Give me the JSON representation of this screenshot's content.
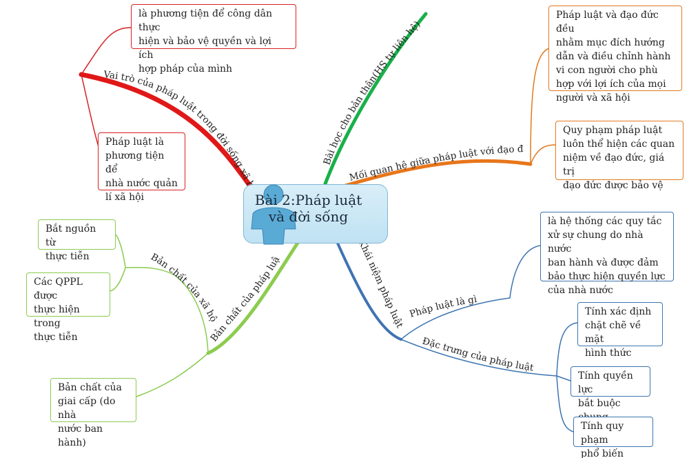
{
  "center": {
    "title": "Bài 2:Pháp luật\nvà đời sống"
  },
  "branches": {
    "role": {
      "label": "Vai trò của pháp luật trong đời sống xã hội",
      "items": [
        "là phương tiện để công dân thực\nhiện và bảo vệ quyền và lợi ích\nhợp pháp của mình",
        "Pháp luật là\nphương tiện để\nnhà nước quản\nlí xã hội"
      ],
      "color": "#e01818"
    },
    "lesson": {
      "label": "Bài học cho bản thân(HS tự liên hệ)",
      "color": "#18b04a"
    },
    "relation": {
      "label": "Mối quan hệ giữa pháp luật với đạo đức",
      "items": [
        "Pháp luật và đạo đức đều\nnhằm mục đích hướng\ndẫn và điều chỉnh hành\nvi con người cho phù\nhợp với lợi ích của mọi\nngười và xã hội",
        "Quy phạm pháp luật\nluôn thể hiện các quan\nniệm về đạo đức, giá trị\nđạo đức được bảo vệ"
      ],
      "color": "#e8761a"
    },
    "concept": {
      "label": "Khái niệm pháp luật",
      "color": "#3f73b3",
      "what": {
        "label": "Pháp luật là gì",
        "item": "là hệ thống các quy tắc\nxử sự chung do nhà nước\nban hành và được đảm\nbảo thực hiện quyền lực\ncủa nhà nước"
      },
      "features": {
        "label": "Đặc trưng của pháp luật",
        "items": [
          "Tính xác định\nchặt chẽ về mặt\nhình thức",
          "Tính quyền lực\nbắt buộc chung",
          "Tính quy phạm\nphổ biến"
        ]
      }
    },
    "essence": {
      "label": "Bản chất của pháp luật",
      "color": "#8ccc4e",
      "social": {
        "label": "Bản chất của xã hội",
        "items": [
          "Bắt nguồn từ\nthực tiễn",
          "Các QPPL được\nthực hiện trong\nthực tiễn"
        ]
      },
      "class_item": "Bản chất của\ngiai cấp (do nhà\nnước ban hành)"
    }
  }
}
